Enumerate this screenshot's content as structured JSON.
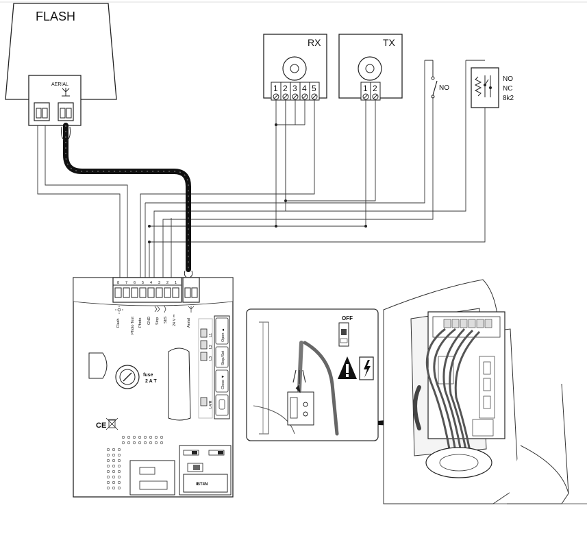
{
  "flash": {
    "title": "FLASH",
    "aerial_label": "AERIAL"
  },
  "rx": {
    "title": "RX",
    "pins": [
      "1",
      "2",
      "3",
      "4",
      "5"
    ]
  },
  "tx": {
    "title": "TX",
    "pins": [
      "1",
      "2"
    ]
  },
  "switch_no": {
    "label": "NO"
  },
  "safety_edge": {
    "no": "NO",
    "nc": "NC",
    "r": "8k2"
  },
  "board": {
    "terminal_numbers": [
      "8",
      "7",
      "6",
      "5",
      "4",
      "3",
      "2",
      "1"
    ],
    "terminal_labels": [
      "Flash",
      "Photo Test",
      "Photo",
      "GND",
      "Stop",
      "SbS",
      "24 V ⎓"
    ],
    "aerial_label": "Aerial",
    "led_labels": [
      "L1",
      "L2",
      "L3",
      "L4/R"
    ],
    "buttons": [
      "Open ▲",
      "Stop/Set",
      "Close ▼"
    ],
    "fuse_label": "fuse",
    "fuse_value": "2 A T",
    "ce_mark": "CE",
    "module_label": "IBT4N"
  },
  "inset": {
    "off_label": "OFF"
  },
  "colors": {
    "line": "#222222",
    "cable": "#111111",
    "panel": "#ffffff"
  }
}
